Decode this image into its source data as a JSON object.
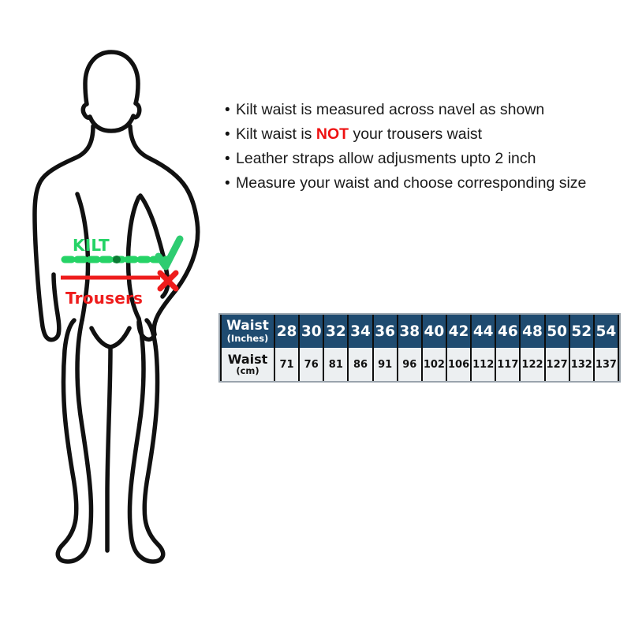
{
  "figure": {
    "title": "male-body-front-outline",
    "annotations": {
      "kilt_label": "KILT",
      "kilt_line_style": "dashed",
      "kilt_color": "#25d366",
      "kilt_check_mark": "✓",
      "trousers_label": "Trousers",
      "trousers_line_style": "solid",
      "trousers_color": "#ee1c1c",
      "trousers_cross_mark": "✕",
      "navel_dot_color": "#0b8a3a",
      "outline_color": "#111111"
    }
  },
  "bullets": [
    {
      "dot": "•",
      "pre": "Kilt waist is measured across navel as shown",
      "emph": "",
      "post": ""
    },
    {
      "dot": "•",
      "pre": "Kilt waist is ",
      "emph": "NOT",
      "post": " your trousers waist"
    },
    {
      "dot": "•",
      "pre": "Leather straps allow adjusments upto 2 inch",
      "emph": "",
      "post": ""
    },
    {
      "dot": "•",
      "pre": "Measure your waist and choose corresponding size",
      "emph": "",
      "post": ""
    }
  ],
  "size_table": {
    "rows": [
      {
        "header_main": "Waist",
        "header_sub": "(Inches)",
        "values": [
          "28",
          "30",
          "32",
          "34",
          "36",
          "38",
          "40",
          "42",
          "44",
          "46",
          "48",
          "50",
          "52",
          "54"
        ]
      },
      {
        "header_main": "Waist",
        "header_sub": "(cm)",
        "values": [
          "71",
          "76",
          "81",
          "86",
          "91",
          "96",
          "102",
          "106",
          "112",
          "117",
          "122",
          "127",
          "132",
          "137"
        ]
      }
    ],
    "header_bg": "#1f4b70",
    "header_fg": "#ffffff",
    "body_bg": "#eceff1",
    "body_fg": "#111111",
    "divider_color": "#0d0d0d",
    "outer_border_color": "#9aa4ad"
  }
}
